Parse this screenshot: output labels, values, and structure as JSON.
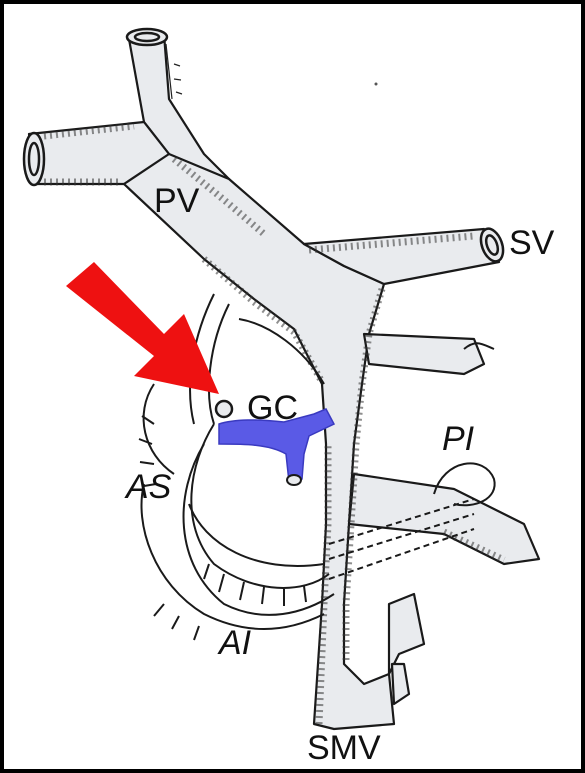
{
  "labels": {
    "pv": "PV",
    "sv": "SV",
    "gc": "GC",
    "as": "AS",
    "pi": "PI",
    "ai": "AI",
    "smv": "SMV"
  },
  "colors": {
    "vein_fill": "#e9ebee",
    "outline": "#1a1a1a",
    "highlighted_vessel": "#5a5ae6",
    "arrow": "#ee1111"
  },
  "annotations": {
    "arrow": "red arrow pointing at highlighted gastrocolic trunk",
    "highlight": "blue highlighted vessel"
  }
}
